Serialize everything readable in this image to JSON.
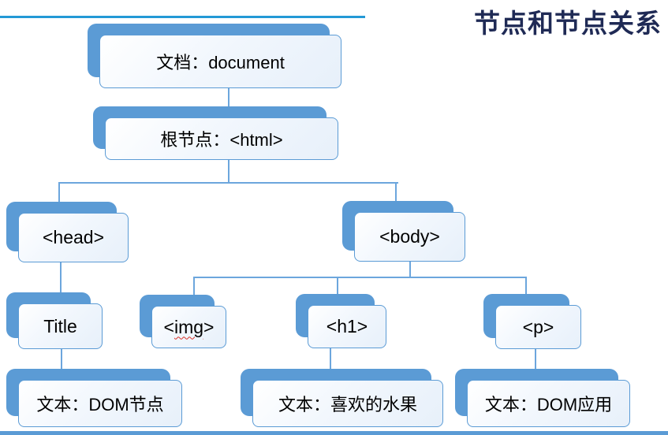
{
  "page": {
    "title": "节点和节点关系"
  },
  "colors": {
    "accent": "#5b9bd5",
    "line_color": "#6ca6dd",
    "rule_color": "#2399d6",
    "title_color": "#1f2a55",
    "squiggle_color": "#d93025"
  },
  "tree": {
    "nodes": {
      "document": {
        "label": "文档：document"
      },
      "html": {
        "label": "根节点：<html>"
      },
      "head": {
        "label": "<head>"
      },
      "body": {
        "label": "<body>"
      },
      "title": {
        "label": "Title"
      },
      "img": {
        "prefix": "<",
        "word": "img",
        "suffix": ">"
      },
      "h1": {
        "label": "<h1>"
      },
      "p": {
        "label": "<p>"
      },
      "text_dom_node": {
        "label": "文本：DOM节点"
      },
      "text_fruit": {
        "label": "文本：喜欢的水果"
      },
      "text_dom_app": {
        "label": "文本：DOM应用"
      }
    }
  }
}
